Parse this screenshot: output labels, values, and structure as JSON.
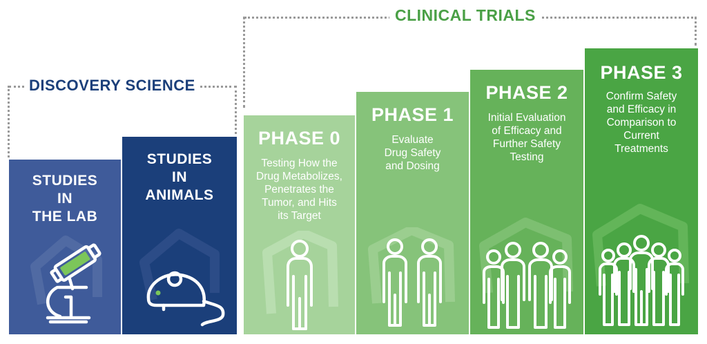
{
  "headings": {
    "clinical": "CLINICAL TRIALS",
    "discovery": "DISCOVERY SCIENCE"
  },
  "discovery": [
    {
      "title_lines": [
        "STUDIES",
        "IN",
        "THE LAB"
      ],
      "icon": "microscope-icon",
      "color": "#3f5b9a"
    },
    {
      "title_lines": [
        "STUDIES",
        "IN",
        "ANIMALS"
      ],
      "icon": "mouse-icon",
      "color": "#1b3f7a"
    }
  ],
  "phases": [
    {
      "title": "PHASE 0",
      "desc_lines": [
        "Testing How the",
        "Drug Metabolizes,",
        "Penetrates the",
        "Tumor, and Hits",
        "its Target"
      ],
      "icon": "one-person-icon",
      "color": "#a6d39b"
    },
    {
      "title": "PHASE 1",
      "desc_lines": [
        "Evaluate",
        "Drug Safety",
        "and Dosing"
      ],
      "icon": "two-people-icon",
      "color": "#86c37a"
    },
    {
      "title": "PHASE 2",
      "desc_lines": [
        "Initial Evaluation",
        "of Efficacy and",
        "Further Safety",
        "Testing"
      ],
      "icon": "four-people-icon",
      "color": "#66b25a"
    },
    {
      "title": "PHASE 3",
      "desc_lines": [
        "Confirm Safety",
        "and Efficacy in",
        "Comparison to",
        "Current",
        "Treatments"
      ],
      "icon": "crowd-icon",
      "color": "#4aa544"
    }
  ]
}
